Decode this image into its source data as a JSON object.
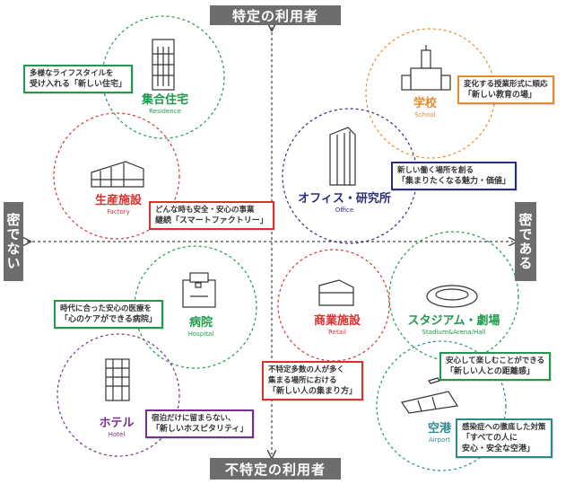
{
  "axes": {
    "top": "特定の利用者",
    "bottom": "不特定の利用者",
    "left": "密でない",
    "right": "密である"
  },
  "nodes": {
    "residence": {
      "jp": "集合住宅",
      "en": "Residence",
      "color": "#1f9a4a"
    },
    "school": {
      "jp": "学校",
      "en": "School",
      "color": "#e88a2e"
    },
    "factory": {
      "jp": "生産施設",
      "en": "Factory",
      "color": "#d8322f"
    },
    "office": {
      "jp": "オフィス・研究所",
      "en": "Office",
      "color": "#2a2f7a"
    },
    "hospital": {
      "jp": "病院",
      "en": "Hospital",
      "color": "#1f9a4a"
    },
    "retail": {
      "jp": "商業施設",
      "en": "Retail",
      "color": "#d8322f"
    },
    "stadium": {
      "jp": "スタジアム・劇場",
      "en": "Stadium&Arena/Hall",
      "color": "#1f9a4a"
    },
    "hotel": {
      "jp": "ホテル",
      "en": "Hotel",
      "color": "#7a2d8f"
    },
    "airport": {
      "jp": "空港",
      "en": "Airport",
      "color": "#2b8a8f"
    }
  },
  "callouts": {
    "residence": {
      "line1": "多様なライフスタイルを",
      "line2": "受け入れる「新しい住宅」"
    },
    "school": {
      "line1": "変化する授業形式に順応",
      "line2": "「新しい教育の場」"
    },
    "office": {
      "line1": "新しい働く場所を創る",
      "line2": "「集まりたくなる魅力・価値」"
    },
    "factory": {
      "line1": "どんな時も安全・安心の事業",
      "line2": "継続「スマートファクトリー」"
    },
    "hospital": {
      "line1": "時代に合った安心の医療を",
      "line2": "「心のケアができる病院」"
    },
    "stadium": {
      "line1": "安心して楽しむことができる",
      "line2": "「新しい人との距離感」"
    },
    "retail": {
      "line1": "不特定多数の人が多く",
      "line2": "集まる場所における",
      "line3": "「新しい人の集まり方」"
    },
    "hotel": {
      "line1": "宿泊だけに留まらない、",
      "line2": "「新しいホスピタリティ」"
    },
    "airport": {
      "line1": "感染症への徹底した対策",
      "line2": "「すべての人に",
      "line3": "安心・安全な空港」"
    }
  }
}
